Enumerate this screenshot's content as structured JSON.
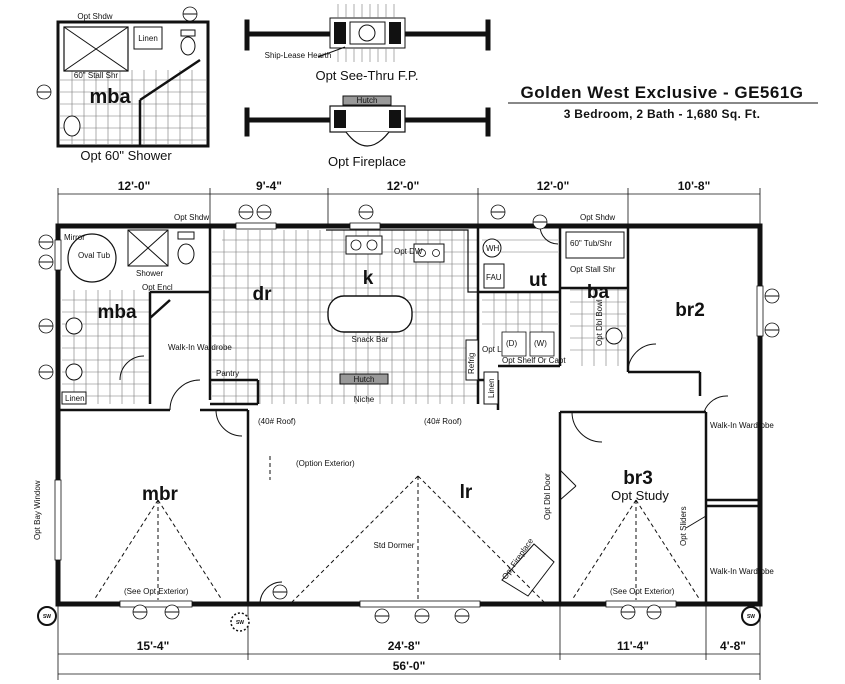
{
  "title": {
    "main": "Golden West Exclusive - GE561G",
    "sub": "3 Bedroom, 2 Bath - 1,680 Sq. Ft."
  },
  "insets": {
    "shower_room": "mba",
    "shower_caption": "Opt 60\" Shower",
    "stall": "60\" Stall Shr",
    "linen": "Linen",
    "opt_shadow": "Opt Shdw",
    "see_thru_caption": "Opt See-Thru F.P.",
    "hearth": "Ship-Lease Hearth",
    "fireplace_caption": "Opt Fireplace",
    "hutch": "Hutch"
  },
  "dimensions": {
    "top": [
      "12'-0\"",
      "9'-4\"",
      "12'-0\"",
      "12'-0\"",
      "10'-8\""
    ],
    "bottom": [
      "15'-4\"",
      "24'-8\"",
      "11'-4\"",
      "4'-8\""
    ],
    "overall": "56'-0\""
  },
  "rooms": {
    "mba": "mba",
    "dr": "dr",
    "k": "k",
    "ut": "ut",
    "ba": "ba",
    "br2": "br2",
    "mbr": "mbr",
    "lr": "lr",
    "br3": "br3",
    "br3_sub": "Opt Study"
  },
  "labels": {
    "mirror": "Mirror",
    "oval_tub": "Oval Tub",
    "shower": "Shower",
    "opt_encl": "Opt Encl",
    "walk_in_wardrobe": "Walk-In Wardrobe",
    "linen": "Linen",
    "pantry": "Pantry",
    "snack_bar": "Snack Bar",
    "opt_dw": "Opt DW",
    "hutch": "Hutch",
    "niche": "Niche",
    "roof_40_left": "(40# Roof)",
    "roof_40_right": "(40# Roof)",
    "refrig": "Refrig",
    "wh": "WH",
    "fau": "FAU",
    "opt_lin": "Opt Lin",
    "d": "(D)",
    "w": "(W)",
    "opt_shelf": "Opt Shelf Or Cabt",
    "tub_shr": "60\" Tub/Shr",
    "opt_stall_shr": "Opt Stall Shr",
    "opt_dbl_bowl": "Opt Dbl Bowl",
    "opt_shadow": "Opt Shdw",
    "option_exterior": "(Option Exterior)",
    "std_dormer": "Std Dormer",
    "opt_fireplace": "Opt Fireplace",
    "opt_dbl_door": "Opt Dbl Door",
    "see_opt_exterior_left": "(See Opt Exterior)",
    "see_opt_exterior_right": "(See Opt Exterior)",
    "opt_sliders": "Opt Sliders",
    "bay_window": "Opt Bay Window",
    "sw": "SW"
  }
}
